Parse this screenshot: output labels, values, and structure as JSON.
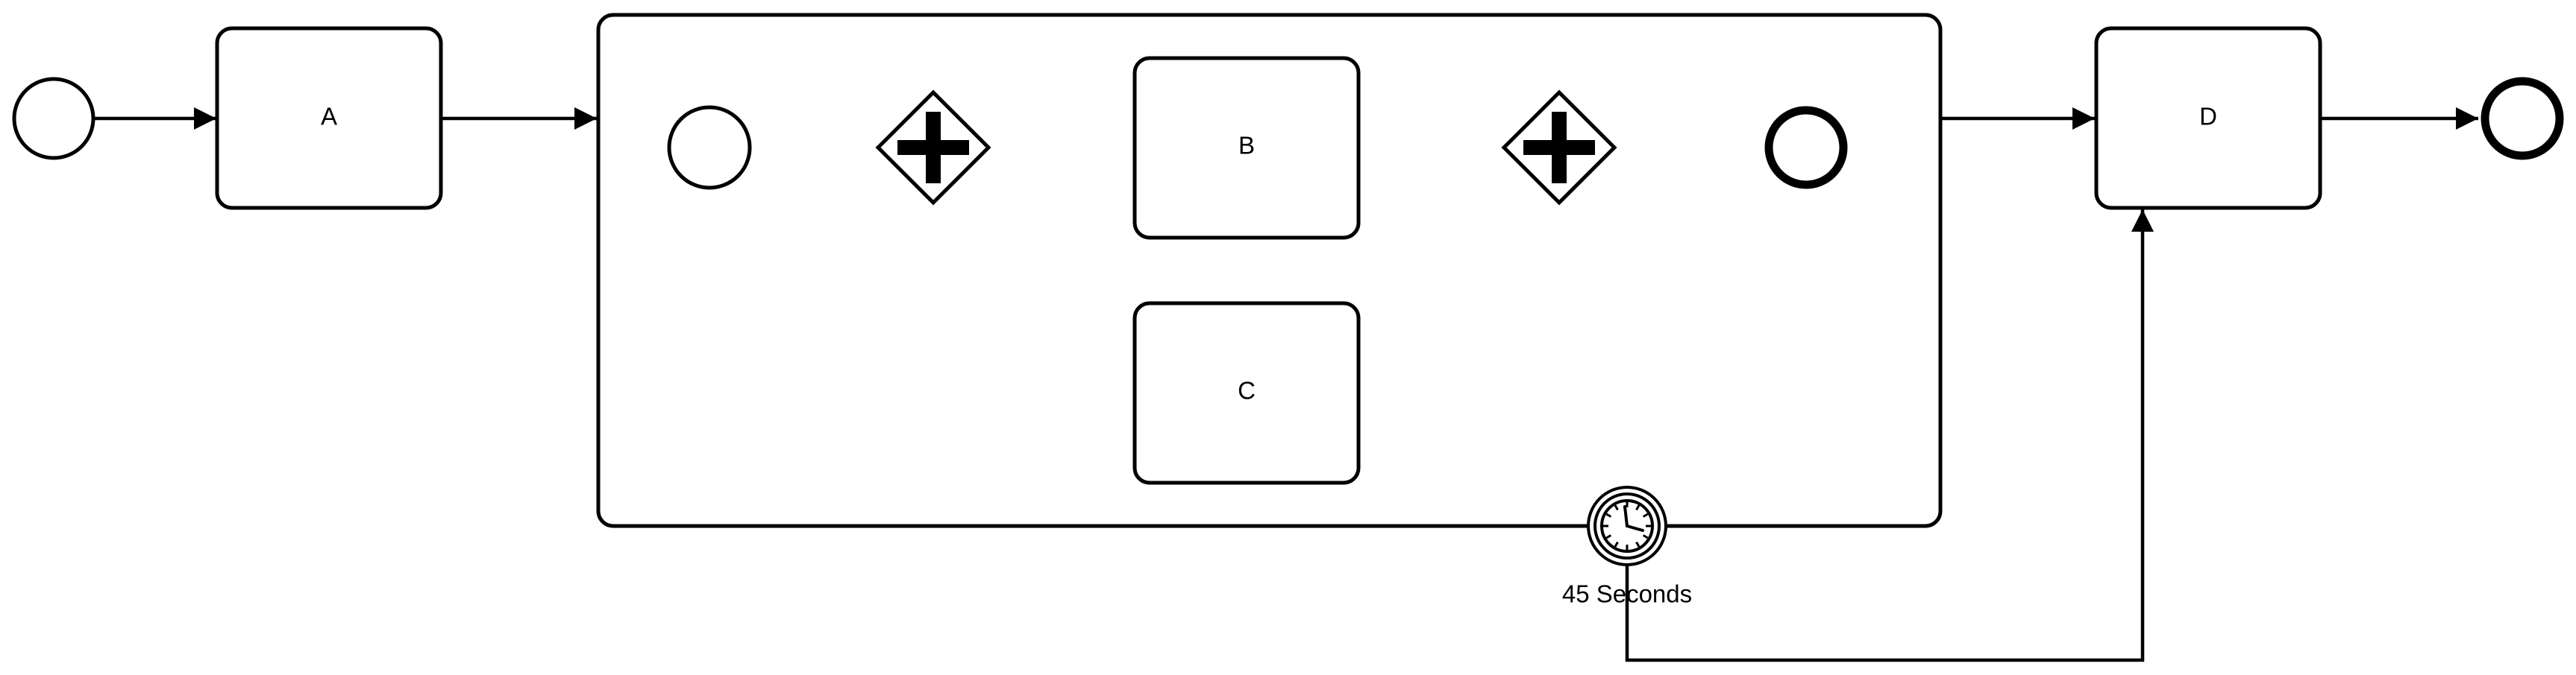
{
  "diagram": {
    "tasks": {
      "a": "A",
      "b": "B",
      "c": "C",
      "d": "D"
    },
    "timer_event": {
      "label": "45 Seconds",
      "icon": "clock-icon"
    }
  }
}
